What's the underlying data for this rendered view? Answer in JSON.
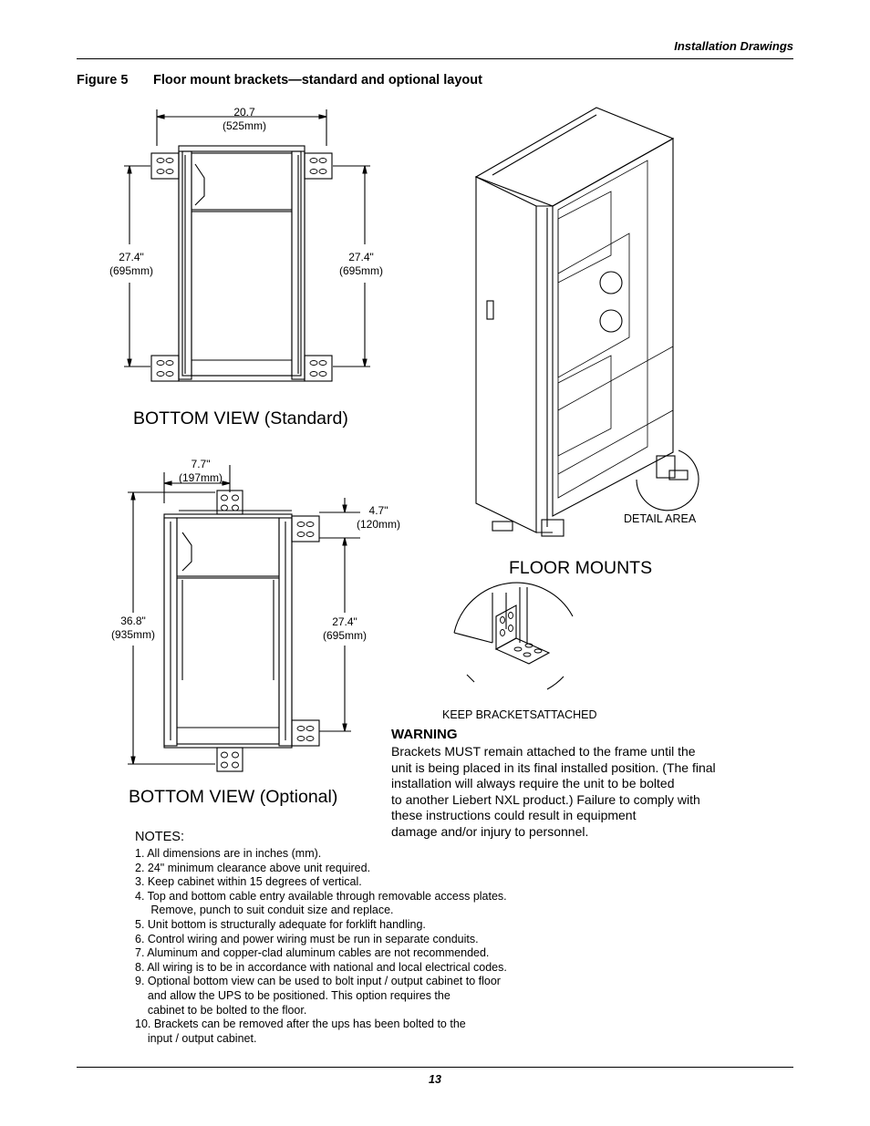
{
  "header": {
    "section": "Installation Drawings"
  },
  "figure": {
    "label": "Figure 5",
    "title": "Floor mount brackets—standard and optional layout"
  },
  "standard_view": {
    "title": "BOTTOM VIEW (Standard)",
    "width_in": "20.7",
    "width_mm": "(525mm)",
    "left_in": "27.4\"",
    "left_mm": "(695mm)",
    "right_in": "27.4\"",
    "right_mm": "(695mm)"
  },
  "optional_view": {
    "title": "BOTTOM VIEW (Optional)",
    "top_in": "7.7\"",
    "top_mm": "(197mm)",
    "side_in": "4.7\"",
    "side_mm": "(120mm)",
    "left_in": "36.8\"",
    "left_mm": "(935mm)",
    "right_in": "27.4\"",
    "right_mm": "(695mm)"
  },
  "floor_mounts": {
    "title": "FLOOR MOUNTS",
    "detail_label": "DETAIL AREA",
    "keep_label": "KEEP BRACKETSATTACHED"
  },
  "warning": {
    "title": "WARNING",
    "lines": [
      "Brackets MUST remain attached to the frame until the",
      "unit is being placed in its final installed position.  (The final",
      "installation will always require the unit to be bolted",
      "to another Liebert NXL product.) Failure to comply with",
      "these instructions could result in equipment",
      "damage and/or injury to personnel."
    ]
  },
  "notes": {
    "title": "NOTES:",
    "lines": [
      "1. All dimensions are in inches (mm).",
      "2. 24\" minimum clearance above unit required.",
      "3. Keep cabinet within 15 degrees of vertical.",
      "4. Top and bottom cable entry available through removable access plates.",
      "     Remove, punch to suit conduit size and replace.",
      "5. Unit bottom is structurally adequate for forklift handling.",
      "6. Control wiring and power wiring must be run in separate conduits.",
      "7. Aluminum and copper-clad aluminum cables are not recommended.",
      "8. All wiring is to be in accordance with national and local electrical codes.",
      "9. Optional bottom view can be used to bolt input / output cabinet to floor",
      "    and allow the UPS to be positioned. This option requires the",
      "    cabinet to be bolted to the floor.",
      "10. Brackets can be removed after the ups has been bolted to the",
      "    input / output cabinet."
    ]
  },
  "page_number": "13"
}
